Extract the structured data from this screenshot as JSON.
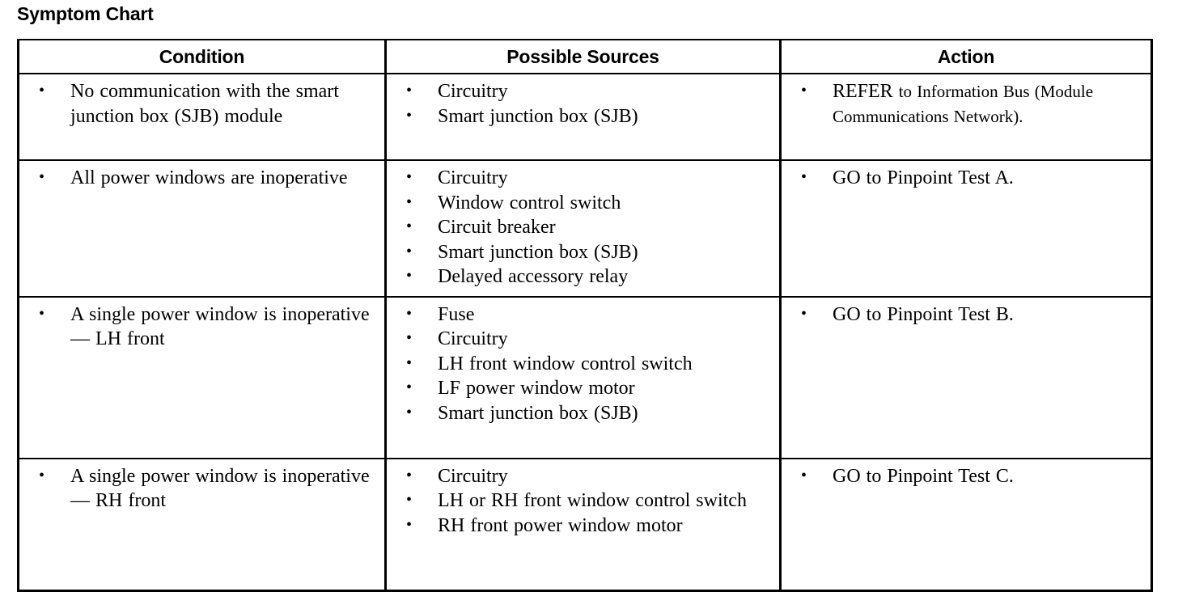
{
  "page_title": "Symptom Chart",
  "table": {
    "columns": [
      "Condition",
      "Possible Sources",
      "Action"
    ],
    "rows": [
      {
        "condition": [
          "No communication with the smart junction box (SJB) module"
        ],
        "possible_sources": [
          "Circuitry",
          "Smart junction box (SJB)"
        ],
        "action_lead": "REFER",
        "action_target": "to Information Bus (Module Communications Network).",
        "action": []
      },
      {
        "condition": [
          "All power windows are inoperative"
        ],
        "possible_sources": [
          "Circuitry",
          "Window control switch",
          "Circuit breaker",
          "Smart junction box (SJB)",
          "Delayed accessory relay"
        ],
        "action": [
          "GO to Pinpoint Test A."
        ]
      },
      {
        "condition": [
          "A single power window is inoperative — LH front"
        ],
        "possible_sources": [
          "Fuse",
          "Circuitry",
          "LH front window control switch",
          "LF power window motor",
          "Smart junction box (SJB)"
        ],
        "action": [
          "GO to Pinpoint Test B."
        ]
      },
      {
        "condition": [
          "A single power window is inoperative — RH front"
        ],
        "possible_sources": [
          "Circuitry",
          "LH or RH front window control switch",
          "RH front power window motor"
        ],
        "action": [
          "GO to Pinpoint Test C."
        ]
      }
    ]
  },
  "colors": {
    "text": "#000000",
    "background": "#ffffff",
    "border": "#000000"
  }
}
